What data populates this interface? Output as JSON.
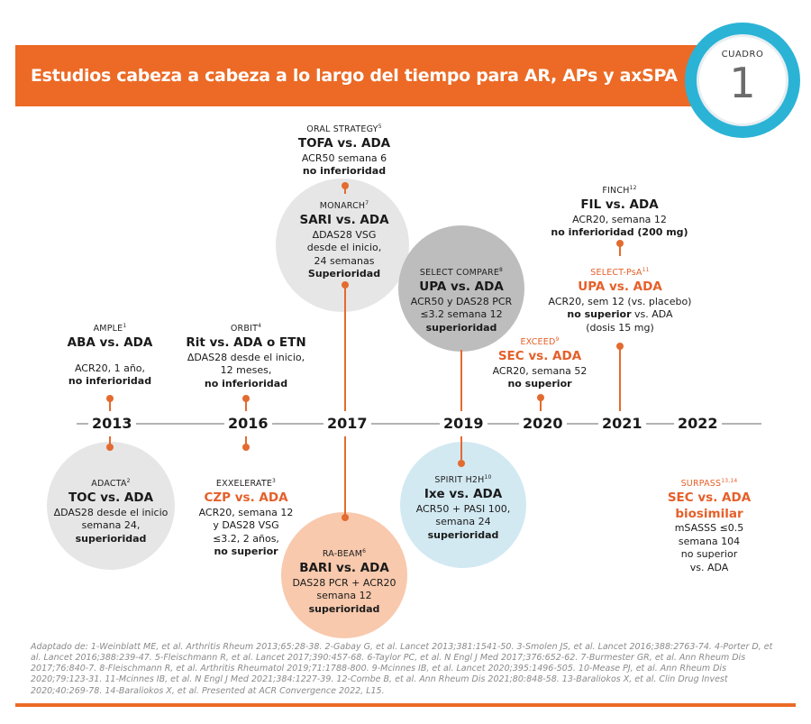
{
  "header": {
    "title": "Estudios cabeza a cabeza a lo largo del tiempo para AR, APs y axSPA",
    "badge_label": "CUADRO",
    "badge_number": "1"
  },
  "colors": {
    "accent_orange": "#ec6a25",
    "badge_blue": "#2bb3d6",
    "circle_grey": "#e6e6e6",
    "circle_dark_grey": "#bdbdbd",
    "circle_blue": "#d2e9f2",
    "circle_peach": "#f8c9ad"
  },
  "years": [
    "2013",
    "2016",
    "2017",
    "2019",
    "2020",
    "2021",
    "2022"
  ],
  "studies": {
    "ample": {
      "name": "AMPLE",
      "sup": "1",
      "comparison": "ABA vs. ADA",
      "lines": [
        "ACR20, 1 año,"
      ],
      "result": "no inferioridad"
    },
    "adacta": {
      "name": "ADACTA",
      "sup": "2",
      "comparison": "TOC vs. ADA",
      "lines": [
        "ΔDAS28 desde el inicio",
        "semana 24,"
      ],
      "result": "superioridad"
    },
    "orbit": {
      "name": "ORBIT",
      "sup": "4",
      "comparison": "Rit vs. ADA o ETN",
      "lines": [
        "ΔDAS28 desde el inicio,",
        "12 meses,"
      ],
      "result": "no inferioridad"
    },
    "exxelerate": {
      "name": "EXXELERATE",
      "sup": "3",
      "comparison": "CZP vs. ADA",
      "lines": [
        "ACR20, semana 12",
        "y DAS28 VSG",
        "≤3.2, 2 años,"
      ],
      "result": "no superior"
    },
    "oral_strategy": {
      "name": "ORAL STRATEGY",
      "sup": "5",
      "comparison": "TOFA vs. ADA",
      "lines": [
        "ACR50 semana 6"
      ],
      "result": "no inferioridad"
    },
    "monarch": {
      "name": "MONARCH",
      "sup": "7",
      "comparison": "SARI vs. ADA",
      "lines": [
        "ΔDAS28 VSG",
        "desde el inicio,",
        "24 semanas"
      ],
      "result": "Superioridad"
    },
    "ra_beam": {
      "name": "RA-BEAM",
      "sup": "6",
      "comparison": "BARI vs. ADA",
      "lines": [
        "DAS28 PCR + ACR20",
        "semana 12"
      ],
      "result": "superioridad"
    },
    "select_compare": {
      "name": "SELECT COMPARE",
      "sup": "8",
      "comparison": "UPA vs. ADA",
      "lines": [
        "ACR50 y DAS28 PCR",
        "≤3.2 semana 12"
      ],
      "result": "superioridad"
    },
    "spirit": {
      "name": "SPIRIT H2H",
      "sup": "10",
      "comparison": "Ixe vs. ADA",
      "lines": [
        "ACR50 + PASI 100,",
        "semana 24"
      ],
      "result": "superioridad"
    },
    "exceed": {
      "name": "EXCEED",
      "sup": "9",
      "comparison": "SEC vs. ADA",
      "lines": [
        "ACR20, semana 52"
      ],
      "result": "no superior"
    },
    "finch": {
      "name": "FINCH",
      "sup": "12",
      "comparison": "FIL vs. ADA",
      "lines": [
        "ACR20, semana 12"
      ],
      "result": "no inferioridad (200 mg)"
    },
    "select_psa": {
      "name": "SELECT-PsA",
      "sup": "11",
      "comparison": "UPA vs. ADA",
      "lines": [
        "ACR20, sem 12 (vs. placebo)"
      ],
      "result_bold": "no superior",
      "result_rest": " vs. ADA",
      "extra": "(dosis 15 mg)"
    },
    "surpass": {
      "name": "SURPASS",
      "sup": "13,14",
      "comparison": "SEC vs. ADA",
      "comparison2": "biosimilar",
      "lines": [
        "mSASSS ≤0.5",
        "semana 104",
        "no superior",
        "vs. ADA"
      ]
    }
  },
  "references": "Adaptado de: 1-Weinblatt ME, et al. Arthritis Rheum 2013;65:28-38. 2-Gabay G, et al. Lancet 2013;381:1541-50. 3-Smolen JS, et al. Lancet 2016;388:2763-74. 4-Porter D, et al. Lancet 2016;388:239-47. 5-Fleischmann R, et al. Lancet 2017;390:457-68. 6-Taylor PC, et al. N Engl J Med 2017;376:652-62. 7-Burmester GR, et al. Ann Rheum Dis 2017;76:840-7. 8-Fleischmann R, et al. Arthritis Rheumatol 2019;71:1788-800. 9-Mcinnes IB, et al. Lancet 2020;395:1496-505. 10-Mease PJ, et al. Ann Rheum Dis 2020;79:123-31. 11-Mcinnes IB, et al. N Engl J Med 2021;384:1227-39. 12-Combe B, et al. Ann Rheum Dis 2021;80:848-58. 13-Baraliokos X, et al. Clin Drug Invest 2020;40:269-78. 14-Baraliokos X, et al. Presented at ACR Convergence 2022, L15."
}
